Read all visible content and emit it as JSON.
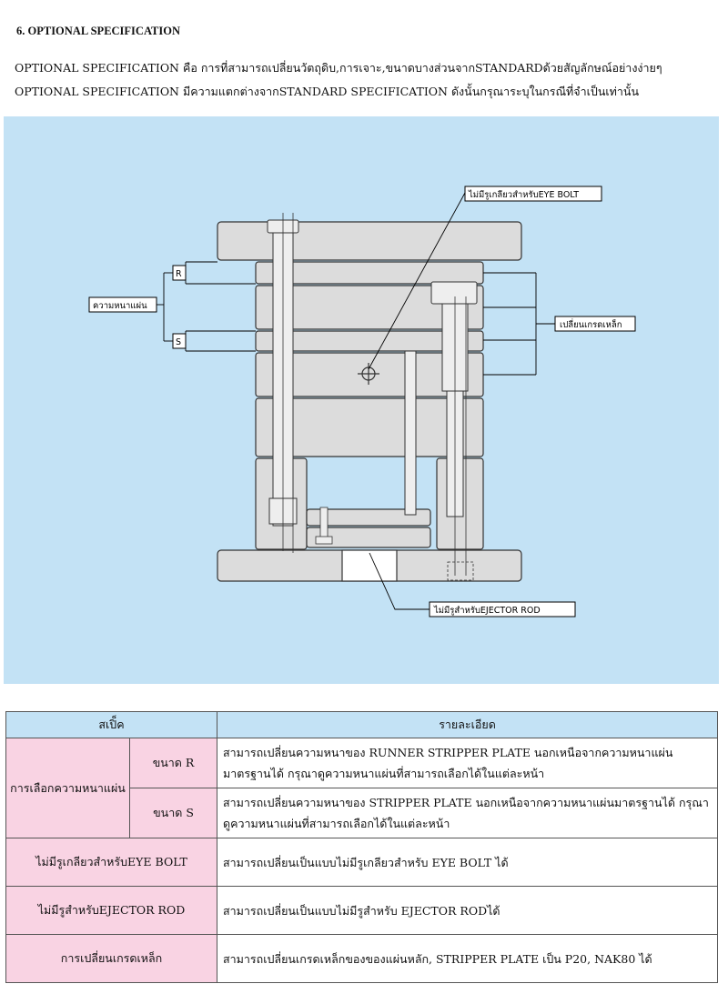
{
  "heading": "6. OPTIONAL SPECIFICATION",
  "intro": [
    "OPTIONAL SPECIFICATION คือ การที่สามารถเปลี่ยนวัตถุดิบ,การเจาะ,ขนาดบางส่วนจากSTANDARDด้วยสัญลักษณ์อย่างง่ายๆ",
    "OPTIONAL SPECIFICATION มีความแตกต่างจากSTANDARD SPECIFICATION ดังนั้นกรุณาระบุในกรณีที่จำเป็นเท่านั้น"
  ],
  "diagram": {
    "callout_eye_bolt": "ไม่มีรูเกลียวสำหรับEYE BOLT",
    "callout_steel": "เปลี่ยนเกรดเหล็ก",
    "callout_thickness": "ความหนาแผ่น",
    "callout_r": "R",
    "callout_s": "S",
    "callout_ejector": "ไม่มีรูสำหรับEJECTOR ROD"
  },
  "table": {
    "col_spec": "สเปิ็ค",
    "col_detail": "รายละเอียด",
    "rows": [
      {
        "group": "การเลือกความหนาแผ่น",
        "sub": "ขนาด R",
        "detail": "สามารถเปลี่ยนความหนาของ RUNNER STRIPPER PLATE นอกเหนือจากความหนาแผ่นมาตรฐานได้ กรุณาดูความหนาแผ่นที่สามารถเลือกได้ในแต่ละหน้า"
      },
      {
        "sub": "ขนาด S",
        "detail": "สามารถเปลี่ยนความหนาของ STRIPPER PLATE นอกเหนือจากความหนาแผ่นมาตรฐานได้ กรุณาดูความหนาแผ่นที่สามารถเลือกได้ในแต่ละหน้า"
      },
      {
        "spec": "ไม่มีรูเกลียวสำหรับEYE BOLT",
        "detail": "สามารถเปลี่ยนเป็นแบบไม่มีรูเกลียวสำหรับ EYE BOLT ได้"
      },
      {
        "spec": "ไม่มีรูสำหรับEJECTOR ROD",
        "detail": "สามารถเปลี่ยนเป็นแบบไม่มีรูสำหรับ EJECTOR RODได้"
      },
      {
        "spec": "การเปลี่ยนเกรดเหล็ก",
        "detail": "สามารถเปลี่ยนเกรดเหล็กของของแผ่นหลัก, STRIPPER PLATE เป็น P20, NAK80 ได้"
      }
    ]
  }
}
